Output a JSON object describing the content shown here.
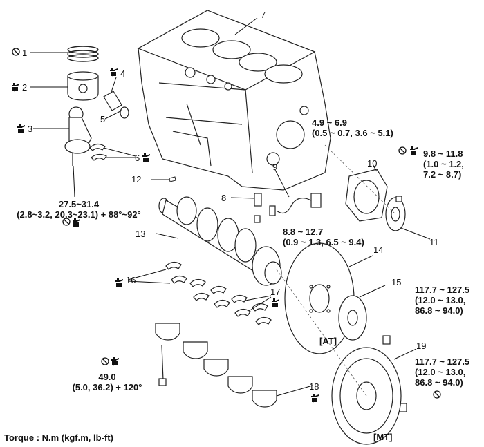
{
  "callouts": [
    "1",
    "2",
    "3",
    "4",
    "5",
    "6",
    "7",
    "8",
    "9",
    "10",
    "11",
    "12",
    "13",
    "14",
    "15",
    "16",
    "17",
    "18",
    "19"
  ],
  "specs": {
    "rod_bolt_line1": "27.5~31.4",
    "rod_bolt_line2": "(2.8~3.2, 20.3~23.1) + 88°~92°",
    "sensor9_line1": "4.9 ~ 6.9",
    "sensor9_line2": "(0.5 ~ 0.7, 3.6 ~ 5.1)",
    "seal10_line1": "9.8 ~ 11.8",
    "seal10_line2": "(1.0 ~ 1.2,",
    "seal10_line3": "7.2 ~ 8.7)",
    "sensor8_line1": "8.8 ~ 12.7",
    "sensor8_line2": "(0.9 ~ 1.3, 6.5 ~ 9.4)",
    "at_bolt_line1": "117.7 ~ 127.5",
    "at_bolt_line2": "(12.0 ~ 13.0,",
    "at_bolt_line3": "86.8 ~ 94.0)",
    "mt_bolt_line1": "117.7 ~ 127.5",
    "mt_bolt_line2": "(12.0 ~ 13.0,",
    "mt_bolt_line3": "86.8 ~ 94.0)",
    "main_bolt_line1": "49.0",
    "main_bolt_line2": "(5.0, 36.2) + 120°"
  },
  "tags": {
    "at": "[AT]",
    "mt": "[MT]"
  },
  "footer": {
    "torque_unit": "Torque : N.m (kgf.m, lb-ft)"
  },
  "icons": {
    "do_not_reuse": "no-reuse-icon",
    "lubricate": "oil-can-icon"
  }
}
